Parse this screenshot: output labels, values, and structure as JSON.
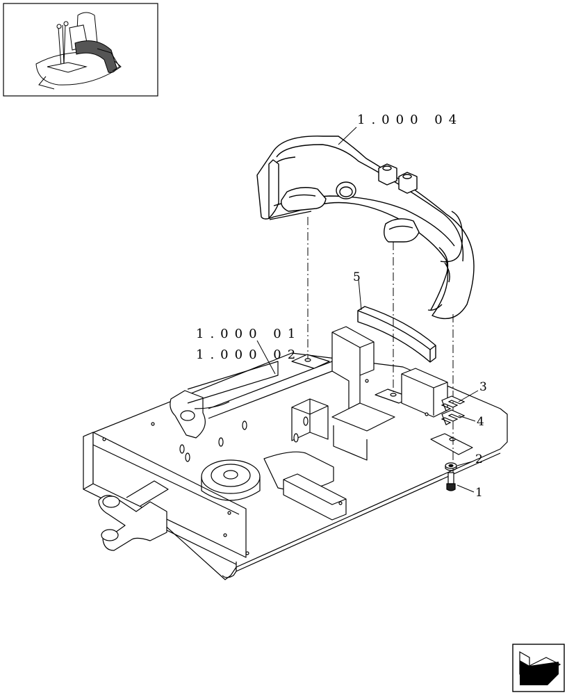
{
  "references": {
    "counterweight": "1.000 04",
    "frame_1": "1.000 01",
    "frame_2": "1.000 02"
  },
  "callouts": [
    "1",
    "2",
    "3",
    "4",
    "5"
  ],
  "icons": {
    "thumbnail": "machine-overview-icon",
    "corner": "next-page-arrow-icon"
  }
}
